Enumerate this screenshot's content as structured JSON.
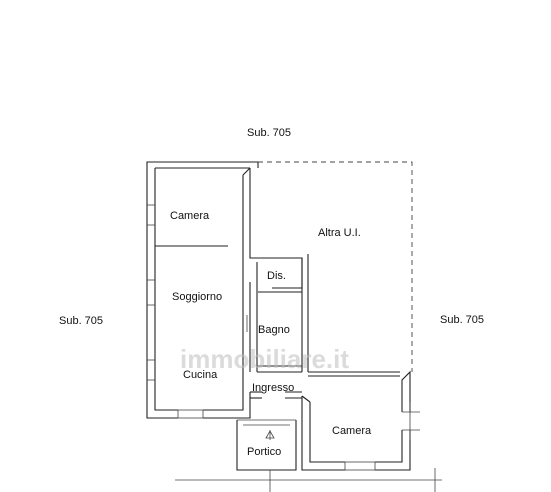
{
  "labels": {
    "sub_top": "Sub. 705",
    "sub_left": "Sub. 705",
    "sub_right": "Sub. 705",
    "camera_1": "Camera",
    "altra_ui": "Altra U.I.",
    "dis": "Dis.",
    "soggiorno": "Soggiorno",
    "bagno": "Bagno",
    "cucina": "Cucina",
    "ingresso": "Ingresso",
    "camera_2": "Camera",
    "portico": "Portico"
  },
  "watermark": "immobiliare.it",
  "colors": {
    "walls": "#222222",
    "background": "#ffffff",
    "watermark": "#bebebe"
  }
}
